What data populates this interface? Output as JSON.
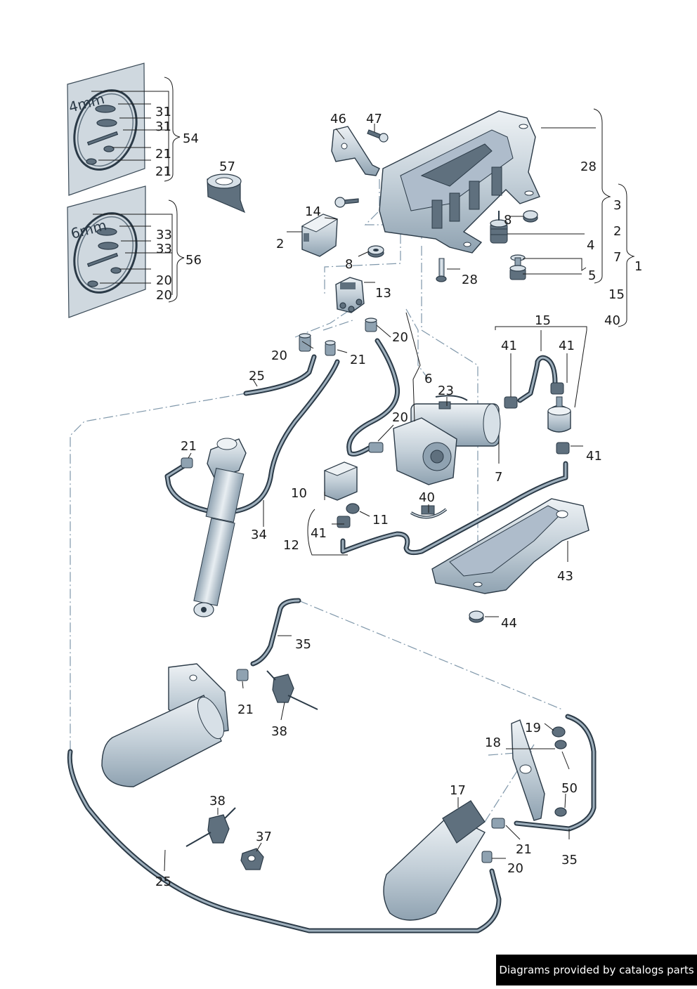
{
  "footer": {
    "credit": "Diagrams provided by catalogs parts"
  },
  "bags": {
    "bag_54_size": "4mm",
    "bag_56_size": "6mm"
  },
  "callouts": {
    "c54a": "31",
    "c54b": "31",
    "c54c": "21",
    "c54d": "21",
    "c54": "54",
    "c56a": "33",
    "c56b": "33",
    "c56c": "20",
    "c56d": "20",
    "c56": "56",
    "c57": "57",
    "c46": "46",
    "c47": "47",
    "c28top": "28",
    "c3": "3",
    "c2r": "2",
    "c7r": "7",
    "c1": "1",
    "c15r": "15",
    "c40r": "40",
    "c14": "14",
    "c2": "2",
    "c8a": "8",
    "c8b": "8",
    "c4": "4",
    "c5": "5",
    "c28b": "28",
    "c13": "13",
    "c20a": "20",
    "c20b": "20",
    "c21a": "21",
    "c25a": "25",
    "c6": "6",
    "c15": "15",
    "c41a": "41",
    "c41b": "41",
    "c41c": "41",
    "c23": "23",
    "c20c": "20",
    "c7": "7",
    "c21b": "21",
    "c34": "34",
    "c10": "10",
    "c40": "40",
    "c11": "11",
    "c41d": "41",
    "c12": "12",
    "c43": "43",
    "c44": "44",
    "c35a": "35",
    "c21c": "21",
    "c38a": "38",
    "c19": "19",
    "c18": "18",
    "c50": "50",
    "c17": "17",
    "c38b": "38",
    "c37": "37",
    "c21d": "21",
    "c35b": "35",
    "c20d": "20",
    "c25b": "25"
  }
}
